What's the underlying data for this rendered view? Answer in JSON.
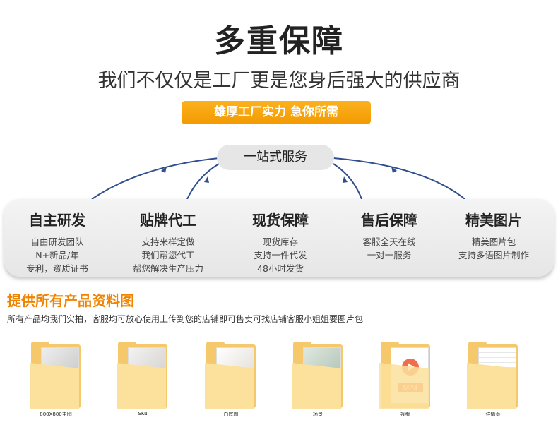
{
  "header": {
    "title": "多重保障",
    "subtitle": "我们不仅仅是工厂更是您身后强大的供应商",
    "badge": "雄厚工厂实力  急你所需"
  },
  "service": "一站式服务",
  "columns": [
    {
      "title": "自主研发",
      "lines": [
        "自由研发团队",
        "N+新品/年",
        "专利，资质证书"
      ]
    },
    {
      "title": "贴牌代工",
      "lines": [
        "支持来样定做",
        "我们帮您代工",
        "帮您解决生产压力"
      ]
    },
    {
      "title": "现货保障",
      "lines": [
        "现货库存",
        "支持一件代发",
        "48小时发货"
      ]
    },
    {
      "title": "售后保障",
      "lines": [
        "客服全天在线",
        "一对一服务"
      ]
    },
    {
      "title": "精美图片",
      "lines": [
        "精美图片包",
        "支持多语图片制作"
      ]
    }
  ],
  "section": {
    "title": "提供所有产品资料图",
    "desc": "所有产品均我们实拍，客服均可放心使用上传到您的店铺即可售卖可找店铺客服小姐姐要图片包"
  },
  "folders": [
    {
      "label": "800X800主图",
      "icon": "folder-photo-icon"
    },
    {
      "label": "SKu",
      "icon": "folder-photo-icon"
    },
    {
      "label": "白底图",
      "icon": "folder-photo-icon"
    },
    {
      "label": "场景",
      "icon": "folder-photo-icon"
    },
    {
      "label": "视频",
      "icon": "folder-video-icon"
    },
    {
      "label": "详情页",
      "icon": "folder-photo-icon"
    }
  ],
  "colors": {
    "accent": "#f08300",
    "arc": "#2f4f8f",
    "badge": "#f7a20f"
  }
}
